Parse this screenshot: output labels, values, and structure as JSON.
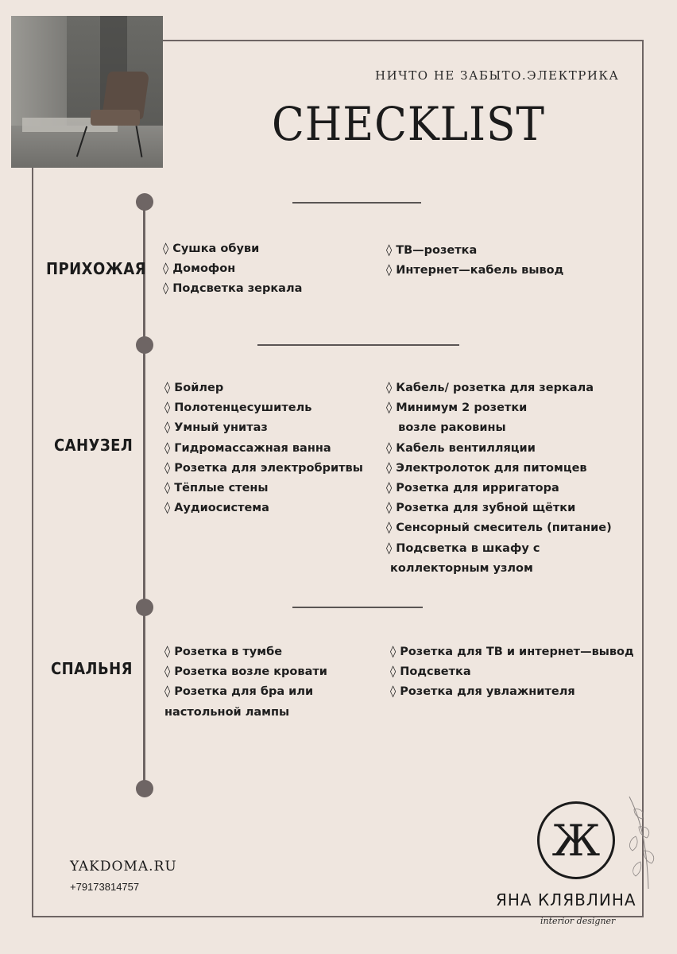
{
  "header": {
    "subtitle": "НИЧТО НЕ ЗАБЫТО.ЭЛЕКТРИКА",
    "title": "CHECKLIST"
  },
  "sections": [
    {
      "room": "ПРИХОЖАЯ",
      "left": [
        "◊ Сушка обуви",
        "◊ Домофон",
        "◊ Подсветка зеркала"
      ],
      "right": [
        "◊ ТВ—розетка",
        "◊ Интернет—кабель вывод"
      ]
    },
    {
      "room": "САНУЗЕЛ",
      "left": [
        "◊ Бойлер",
        "◊ Полотенцесушитель",
        "◊ Умный унитаз",
        "◊ Гидромассажная ванна",
        "◊ Розетка для электробритвы",
        "◊ Тёплые стены",
        "◊ Аудиосистема"
      ],
      "right": [
        "◊ Кабель/ розетка для зеркала",
        "◊ Минимум 2 розетки",
        "   возле раковины",
        "◊ Кабель вентилляции",
        "◊ Электролоток для питомцев",
        "◊ Розетка для ирригатора",
        "◊ Розетка для зубной щётки",
        "◊ Сенсорный смеситель (питание)",
        "◊ Подсветка в шкафу с",
        " коллекторным узлом"
      ]
    },
    {
      "room": "СПАЛЬНЯ",
      "left": [
        "◊ Розетка в тумбе",
        "◊ Розетка возле кровати",
        "◊ Розетка для бра или",
        "настольной лампы"
      ],
      "right": [
        "◊ Розетка для ТВ и интернет—вывод",
        "◊ Подсветка",
        "◊ Розетка для увлажнителя"
      ]
    }
  ],
  "footer": {
    "website": "YAKDOMA.RU",
    "phone": "+79173814757",
    "logo_letter": "Ж",
    "brand_name": "ЯНА КЛЯВЛИНА",
    "brand_role": "interior designer"
  },
  "colors": {
    "background": "#efe6df",
    "accent": "#6e6564",
    "text": "#1b1b1b"
  }
}
